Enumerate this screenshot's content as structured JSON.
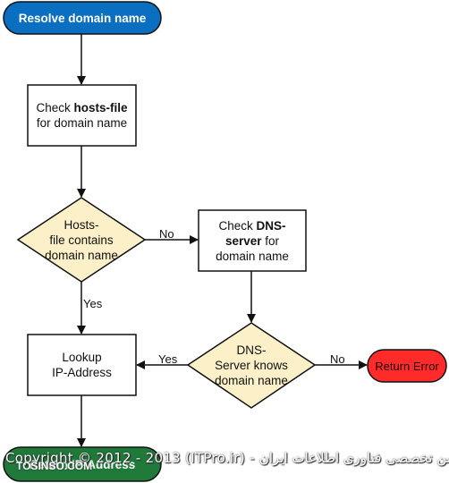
{
  "nodes": {
    "start": {
      "text": "Resolve domain name"
    },
    "check_hosts": {
      "pre": "Check ",
      "bold": "hosts-file",
      "post": "for domain name"
    },
    "hosts_decision": {
      "line1": "Hosts-",
      "line2": "file contains",
      "line3": "domain name"
    },
    "check_dns": {
      "pre": "Check ",
      "bold1": "DNS-",
      "bold2": "server",
      "post1": " for",
      "post2": "domain name"
    },
    "dns_decision": {
      "line1": "DNS-",
      "line2": "Server knows",
      "line3": "domain name"
    },
    "lookup": {
      "line1": "Lookup",
      "line2": "IP-Address"
    },
    "return_error": {
      "text": "Return Error"
    },
    "end": {
      "text": "Return IP-Address"
    }
  },
  "edges": {
    "hosts_no": "No",
    "hosts_yes": "Yes",
    "dns_yes": "Yes",
    "dns_no": "No"
  },
  "watermark": {
    "copyright": "Copyright © 2012 - 2013 (ITPro.ir) - انجمن تخصصی فناوری اطلاعات ایران",
    "site": "TOSINSO.COM"
  },
  "colors": {
    "terminal_blue": "#0b6fc1",
    "decision_fill": "#fbf0c8",
    "error_red": "#ff2b2b",
    "end_green": "#1f7a3a"
  }
}
